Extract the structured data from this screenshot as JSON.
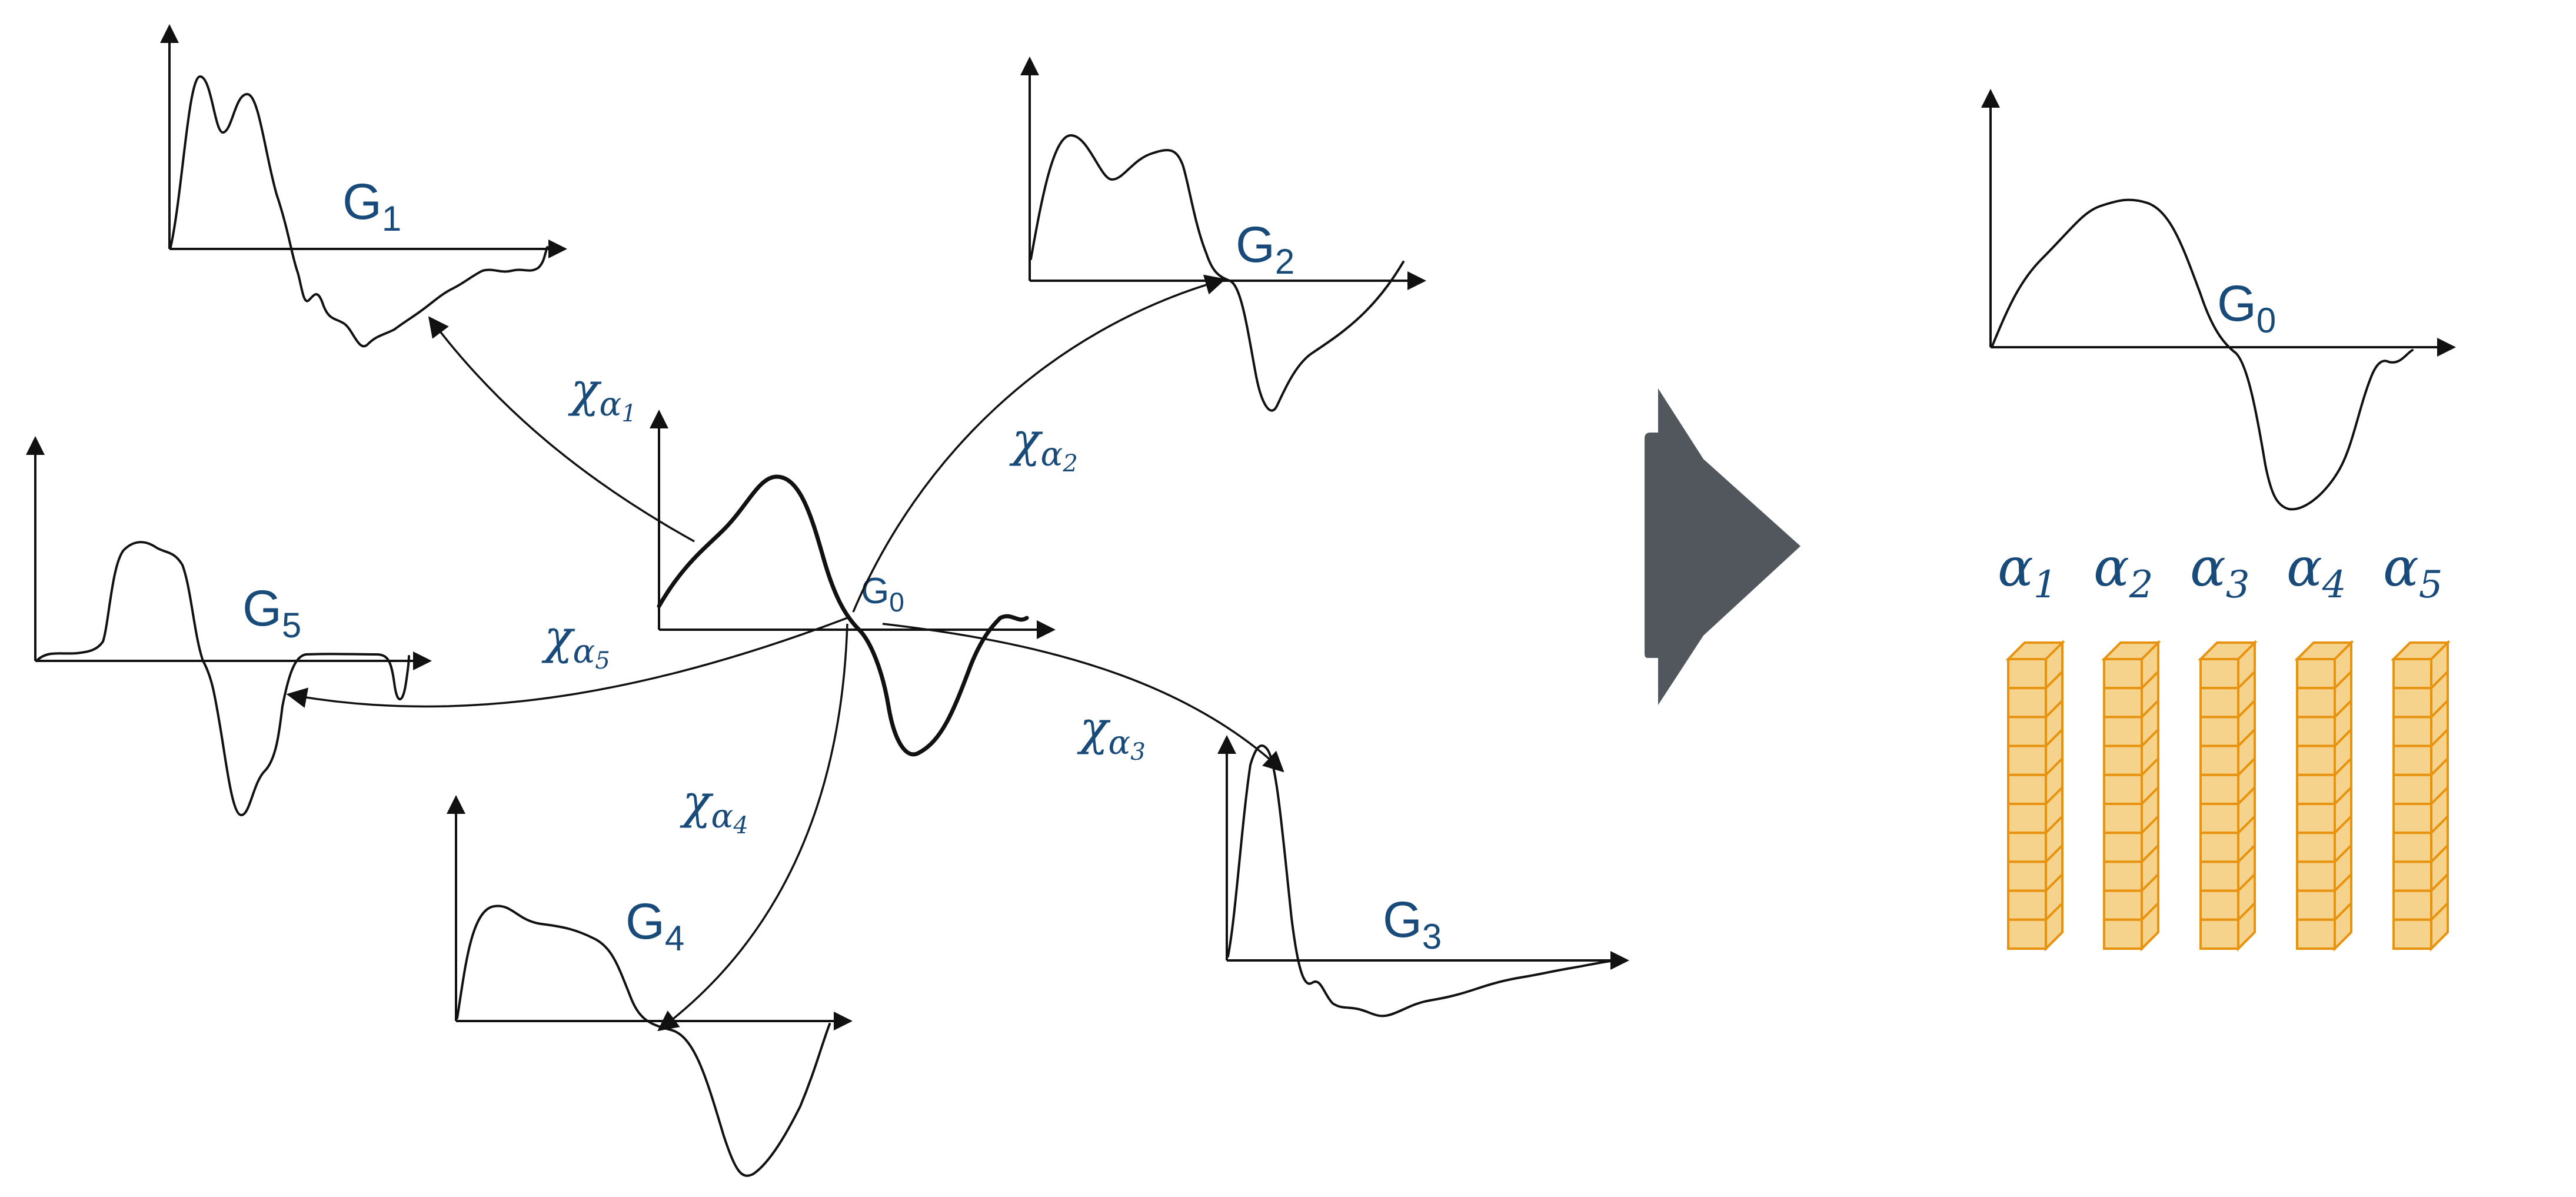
{
  "labels": {
    "g0_center": {
      "main": "G",
      "sub": "0"
    },
    "g1": {
      "main": "G",
      "sub": "1"
    },
    "g2": {
      "main": "G",
      "sub": "2"
    },
    "g3": {
      "main": "G",
      "sub": "3"
    },
    "g4": {
      "main": "G",
      "sub": "4"
    },
    "g5": {
      "main": "G",
      "sub": "5"
    },
    "g0_right": {
      "main": "G",
      "sub": "0"
    }
  },
  "chi_labels": [
    {
      "main": "χ",
      "sub1": "α",
      "sub2": "1"
    },
    {
      "main": "χ",
      "sub1": "α",
      "sub2": "2"
    },
    {
      "main": "χ",
      "sub1": "α",
      "sub2": "3"
    },
    {
      "main": "χ",
      "sub1": "α",
      "sub2": "4"
    },
    {
      "main": "χ",
      "sub1": "α",
      "sub2": "5"
    }
  ],
  "alpha_labels": [
    {
      "main": "α",
      "sub": "1"
    },
    {
      "main": "α",
      "sub": "2"
    },
    {
      "main": "α",
      "sub": "3"
    },
    {
      "main": "α",
      "sub": "4"
    },
    {
      "main": "α",
      "sub": "5"
    }
  ],
  "colors": {
    "label": "#184a7a",
    "arrow_block": "#52565d",
    "cube_fill": "#f5d38c",
    "cube_stroke": "#e8930f"
  },
  "column_cells": 10
}
